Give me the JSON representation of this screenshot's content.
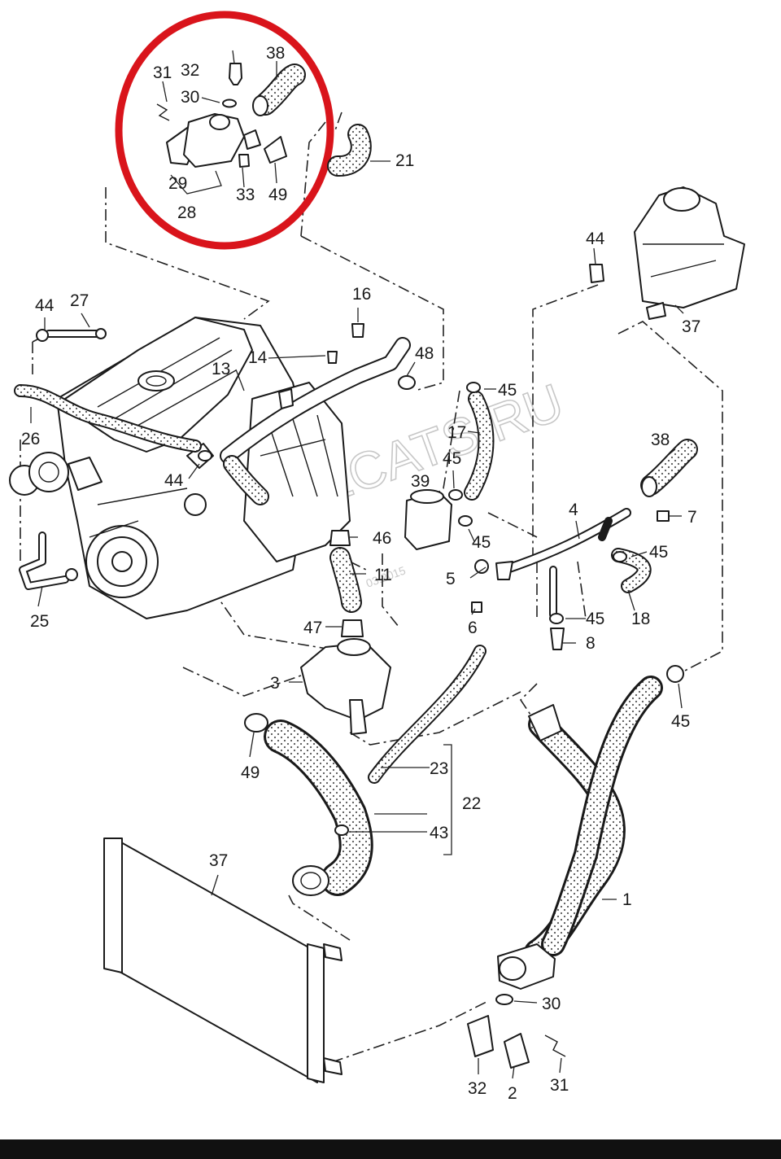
{
  "watermark": "WWW.ELCATS.RU",
  "watermark_date": "03.2015",
  "highlight_color": "#d9141b",
  "labels": {
    "l1": "1",
    "l2": "2",
    "l3": "3",
    "l4": "4",
    "l5": "5",
    "l6": "6",
    "l7": "7",
    "l8": "8",
    "l11": "11",
    "l13": "13",
    "l14": "14",
    "l16": "16",
    "l17": "17",
    "l18": "18",
    "l21": "21",
    "l22": "22",
    "l23": "23",
    "l25": "25",
    "l26": "26",
    "l27": "27",
    "l28": "28",
    "l29": "29",
    "l30a": "30",
    "l30b": "30",
    "l31a": "31",
    "l31b": "31",
    "l32a": "32",
    "l32b": "32",
    "l33": "33",
    "l37a": "37",
    "l37b": "37",
    "l38a": "38",
    "l38b": "38",
    "l39": "39",
    "l43": "43",
    "l44a": "44",
    "l44b": "44",
    "l44c": "44",
    "l45a": "45",
    "l45b": "45",
    "l45c": "45",
    "l45d": "45",
    "l45e": "45",
    "l45f": "45",
    "l46": "46",
    "l47": "47",
    "l48": "48",
    "l49a": "49",
    "l49b": "49"
  }
}
